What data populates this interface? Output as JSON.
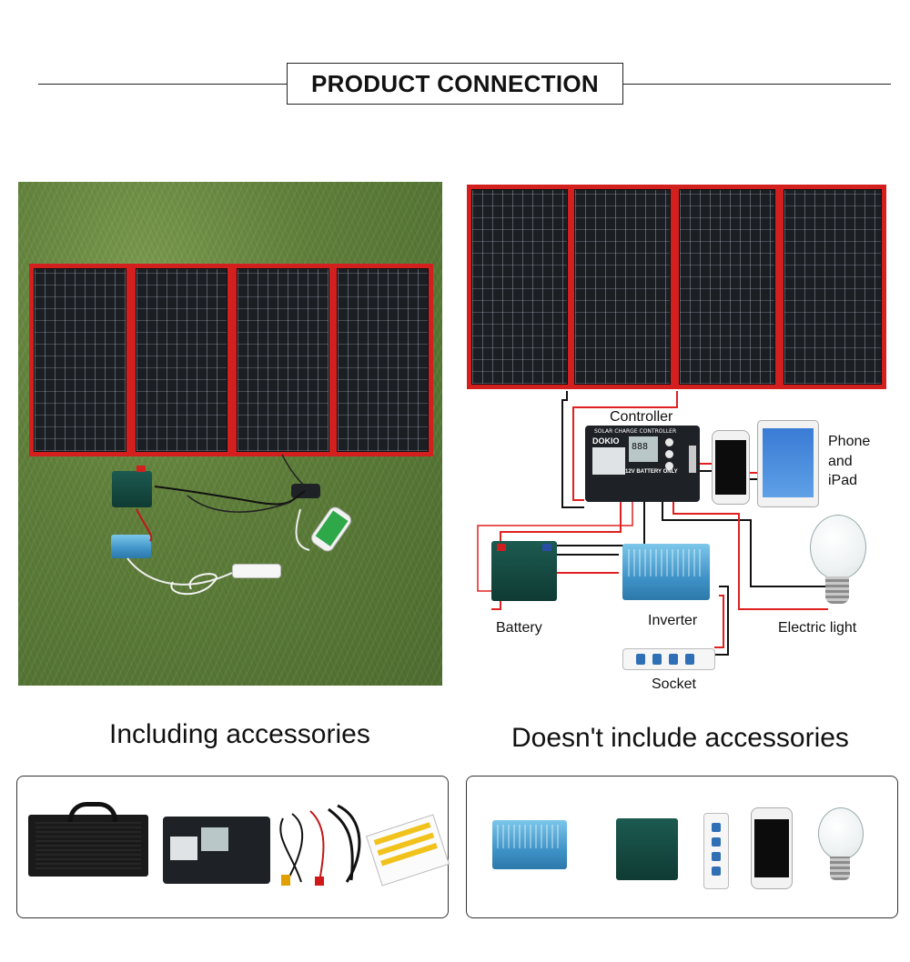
{
  "header": {
    "title": "PRODUCT CONNECTION"
  },
  "diagram": {
    "labels": {
      "controller": "Controller",
      "phone": "Phone",
      "and": "and",
      "ipad": "iPad",
      "battery": "Battery",
      "inverter": "Inverter",
      "electric_light": "Electric light",
      "socket": "Socket"
    },
    "controller_display": {
      "title": "SOLAR CHARGE CONTROLLER",
      "brand": "DOKIO",
      "digits": "888",
      "battery_text": "12V BATTERY ONLY"
    }
  },
  "captions": {
    "including": "Including accessories",
    "excluding": "Doesn't include accessories"
  },
  "colors": {
    "panel_frame": "#d41f1f",
    "wire_red": "#e02020",
    "wire_black": "#111111",
    "inverter_blue": "#3f93c7",
    "battery_green": "#0f3b34"
  }
}
